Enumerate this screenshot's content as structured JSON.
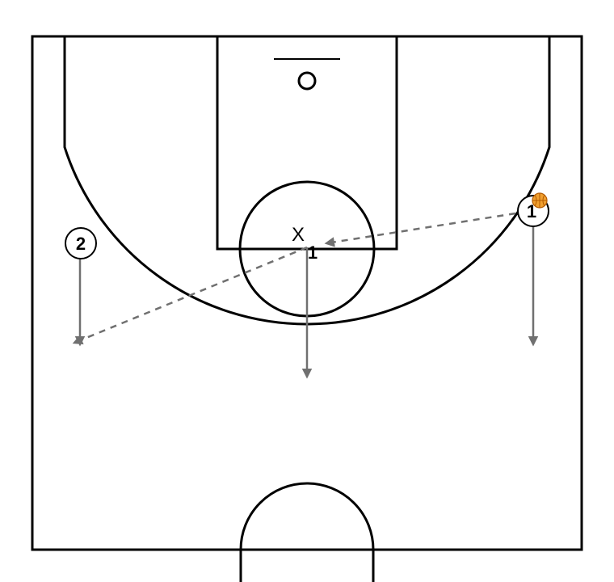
{
  "diagram": {
    "offense": [
      {
        "id": "player-1",
        "label": "1",
        "has_ball": true
      },
      {
        "id": "player-2",
        "label": "2",
        "has_ball": false
      }
    ],
    "defense": [
      {
        "id": "defender-1",
        "mark": "X",
        "number": "1"
      }
    ],
    "colors": {
      "lines": "#000000",
      "arrows": "#707070",
      "ball": "#f0a030",
      "ball_seams": "#b35a00",
      "background": "#ffffff"
    },
    "arrow_types": {
      "cut": "solid",
      "pass": "dashed"
    },
    "icons": {
      "ball": "basketball-icon"
    }
  }
}
